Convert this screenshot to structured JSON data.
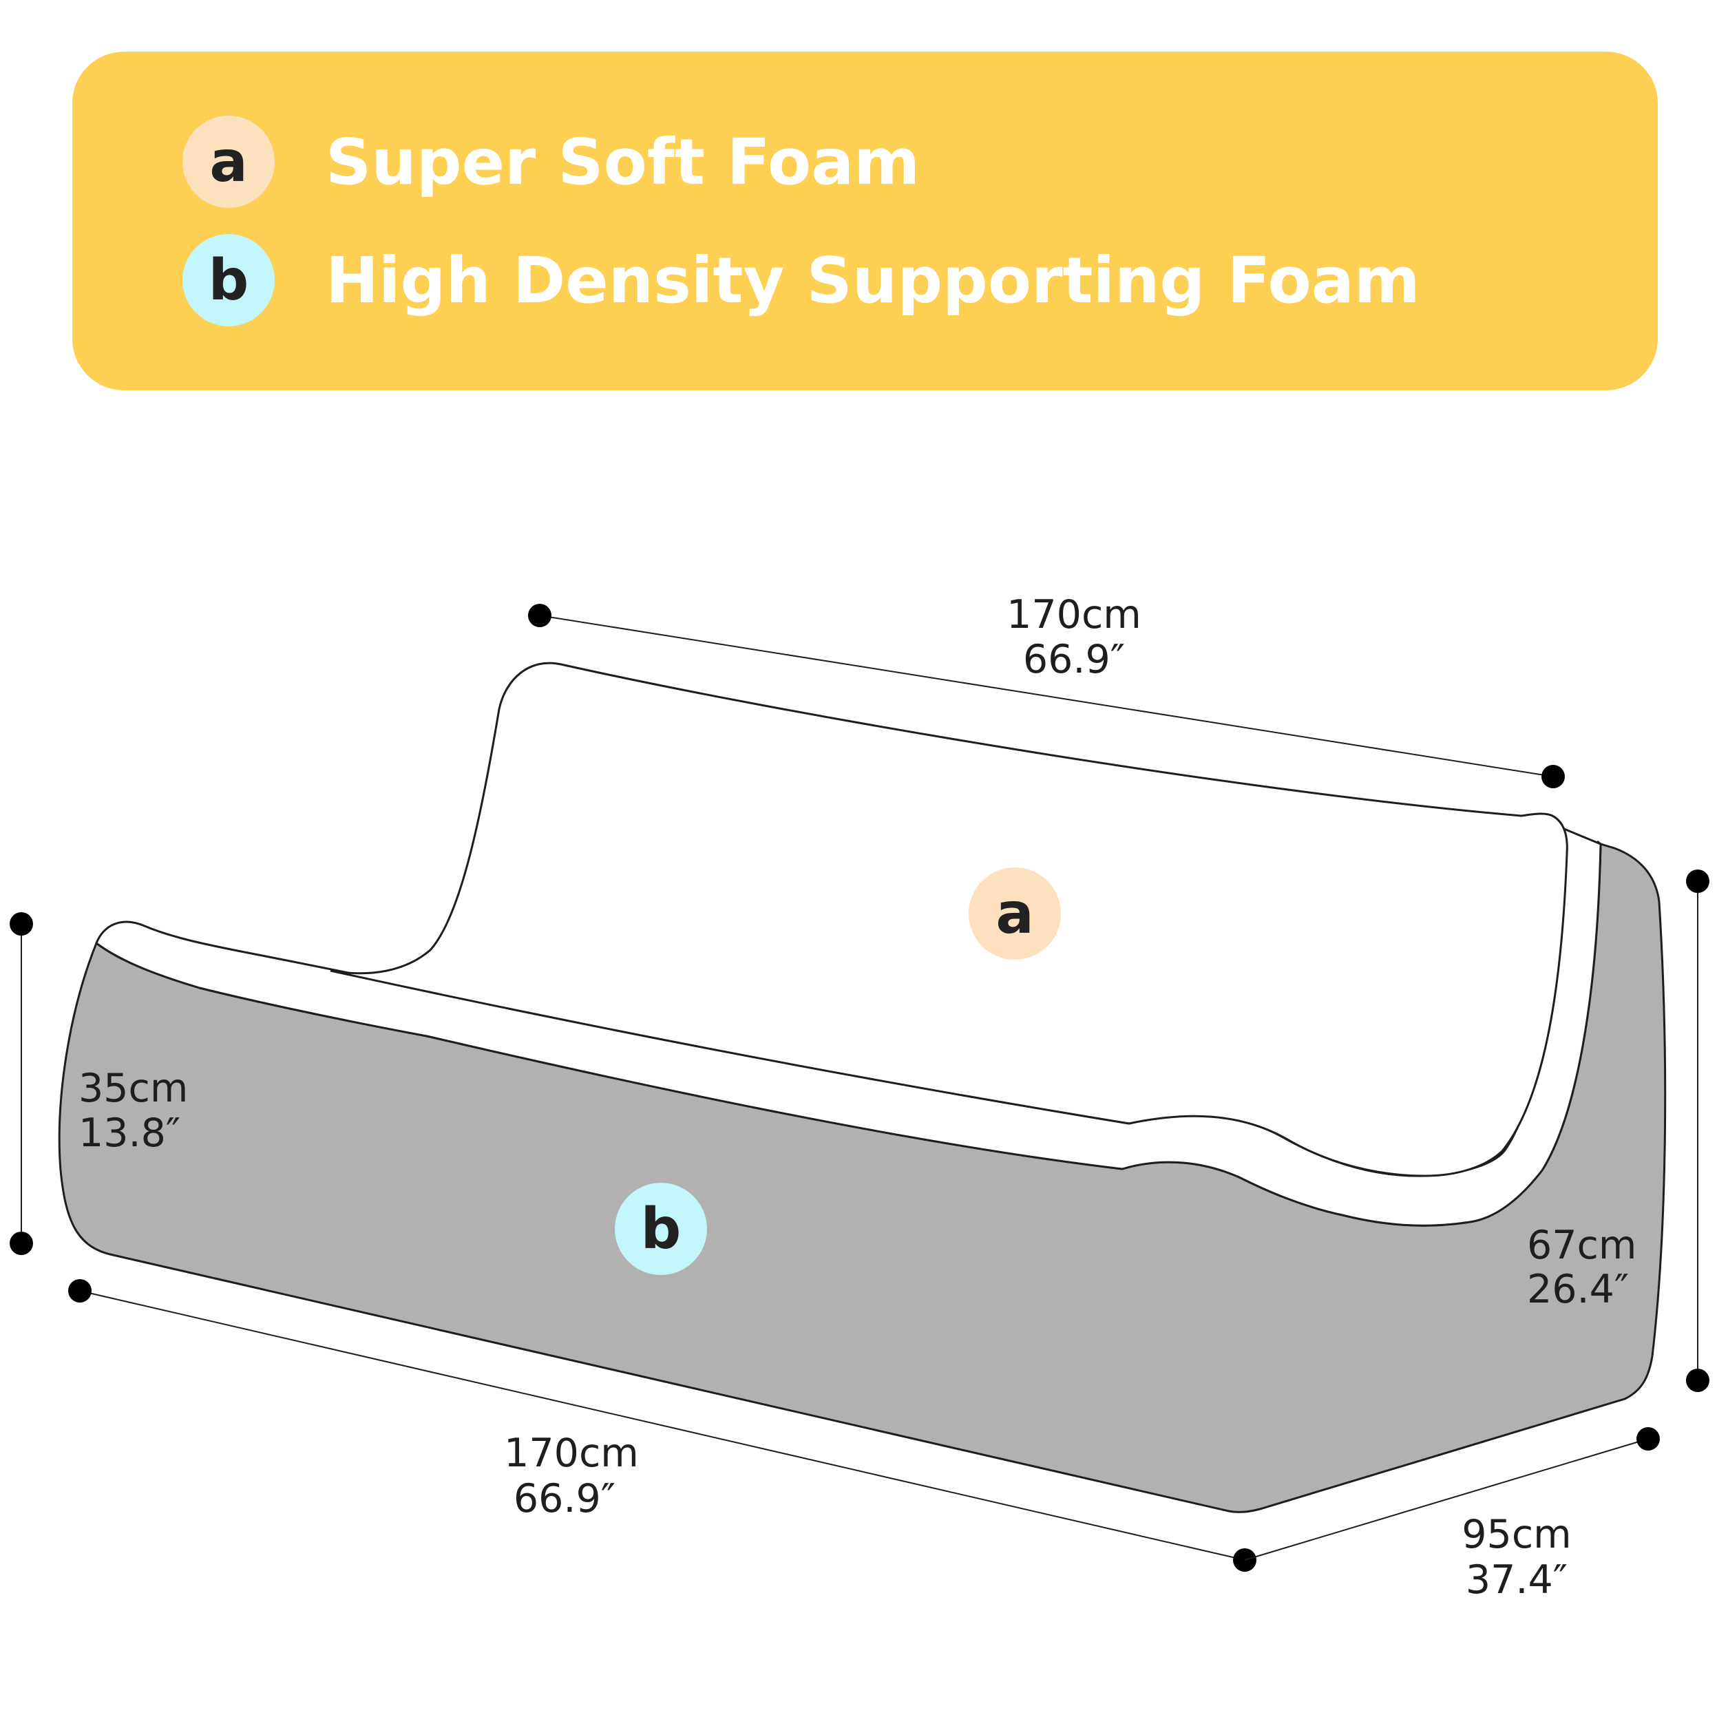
{
  "legend": {
    "items": [
      {
        "letter": "a",
        "label": "Super Soft Foam",
        "color": "#fde0bd"
      },
      {
        "letter": "b",
        "label": "High Density Supporting Foam",
        "color": "#c2f6fa"
      }
    ],
    "background": "#fdcf52"
  },
  "diagram": {
    "markers": {
      "a": "a",
      "b": "b"
    },
    "dimensions": {
      "top_length": {
        "cm": "170cm",
        "in": "66.9″"
      },
      "front_length": {
        "cm": "170cm",
        "in": "66.9″"
      },
      "left_height": {
        "cm": "35cm",
        "in": "13.8″"
      },
      "right_height": {
        "cm": "67cm",
        "in": "26.4″"
      },
      "depth": {
        "cm": "95cm",
        "in": "37.4″"
      }
    },
    "colors": {
      "soft_foam": "#ffffff",
      "support_foam": "#b2b1b1",
      "outline": "#1e1e1e"
    }
  }
}
